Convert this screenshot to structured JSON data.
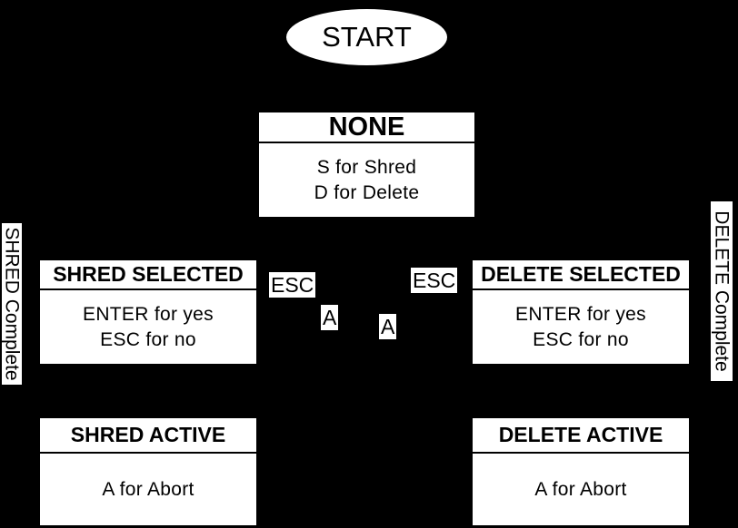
{
  "colors": {
    "background": "#000000",
    "node_fill": "#ffffff",
    "text": "#000000"
  },
  "diagram": {
    "start": {
      "label": "START"
    },
    "nodes": [
      {
        "id": "none",
        "title": "NONE",
        "lines": [
          "S for Shred",
          "D for Delete"
        ]
      },
      {
        "id": "shred-selected",
        "title": "SHRED SELECTED",
        "lines": [
          "ENTER for yes",
          "ESC for no"
        ]
      },
      {
        "id": "delete-selected",
        "title": "DELETE SELECTED",
        "lines": [
          "ENTER for yes",
          "ESC for no"
        ]
      },
      {
        "id": "shred-active",
        "title": "SHRED ACTIVE",
        "lines": [
          "A for Abort"
        ]
      },
      {
        "id": "delete-active",
        "title": "DELETE ACTIVE",
        "lines": [
          "A for Abort"
        ]
      }
    ],
    "edge_labels": [
      {
        "id": "esc-left",
        "text": "ESC"
      },
      {
        "id": "esc-right",
        "text": "ESC"
      },
      {
        "id": "a-left",
        "text": "A"
      },
      {
        "id": "a-right",
        "text": "A"
      }
    ],
    "side_labels": [
      {
        "id": "shred-complete",
        "text": "SHRED Complete"
      },
      {
        "id": "delete-complete",
        "text": "DELETE Complete"
      }
    ]
  }
}
